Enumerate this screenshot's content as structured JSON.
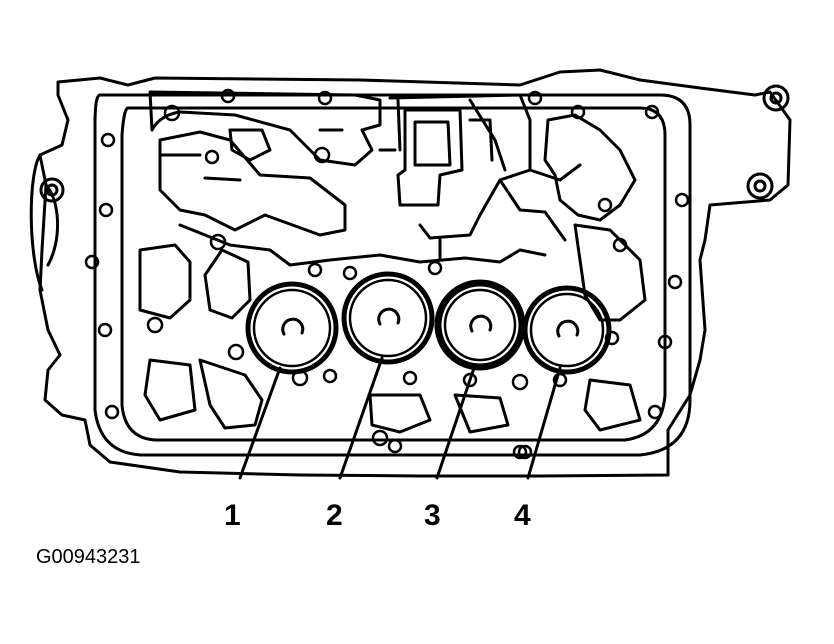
{
  "callouts": [
    {
      "label": "1"
    },
    {
      "label": "2"
    },
    {
      "label": "3"
    },
    {
      "label": "4"
    }
  ],
  "figure_code": "G00943231",
  "colors": {
    "line": "#000000",
    "background": "#ffffff"
  }
}
